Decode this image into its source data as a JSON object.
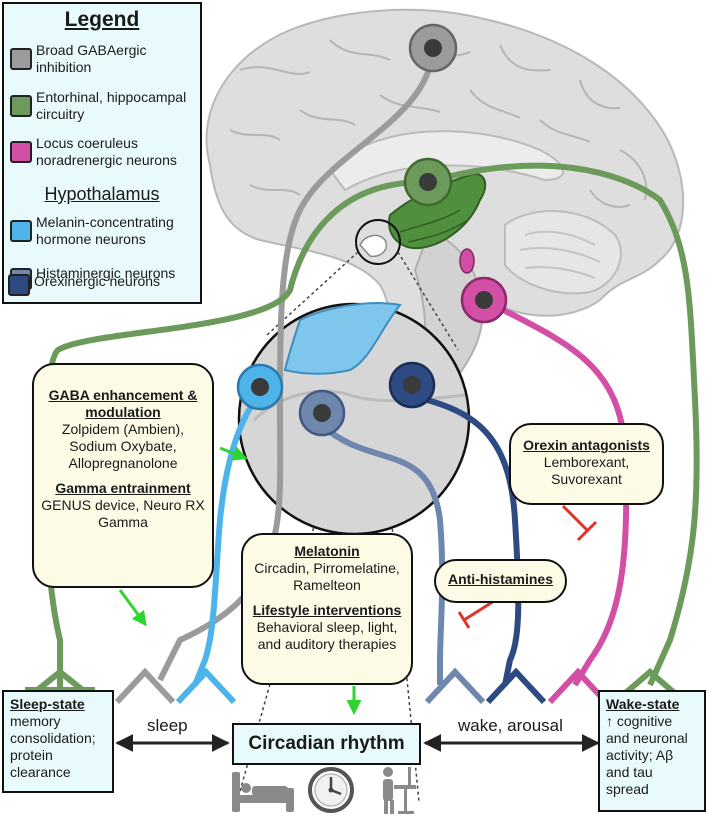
{
  "legend": {
    "title": "Legend",
    "items": [
      {
        "label": "Broad GABAergic inhibition",
        "color": "#9b9b9b"
      },
      {
        "label": "Entorhinal, hippocampal circuitry",
        "color": "#6b9a5a"
      },
      {
        "label": "Locus coeruleus noradrenergic neurons",
        "color": "#d24fa5"
      }
    ],
    "subtitle": "Hypothalamus",
    "hypo_items": [
      {
        "label": "Melanin-concentrating hormone neurons",
        "color": "#4db3e8"
      },
      {
        "label": "Histaminergic neurons",
        "color": "#6f86ad"
      },
      {
        "label": "Orexinergic neurons",
        "color": "#2d4b82"
      }
    ]
  },
  "gaba_box": {
    "heading1": "GABA enhancement & modulation",
    "body1": "Zolpidem (Ambien), Sodium Oxybate, Allopregnanolone",
    "heading2": "Gamma entrainment",
    "body2": "GENUS device, Neuro RX Gamma"
  },
  "melatonin_box": {
    "heading1": "Melatonin",
    "body1": "Circadin, Pirromelatine, Ramelteon",
    "heading2": "Lifestyle interventions",
    "body2": "Behavioral sleep, light, and auditory therapies"
  },
  "orexin_box": {
    "heading": "Orexin antagonists",
    "body": "Lemborexant, Suvorexant"
  },
  "antihist_box": {
    "heading": "Anti-histamines"
  },
  "sleep_state": {
    "heading": "Sleep-state",
    "body": "memory consolidation; protein clearance"
  },
  "wake_state": {
    "heading": "Wake-state",
    "body": "↑ cognitive and neuronal activity; Aβ and tau spread"
  },
  "center": {
    "title": "Circadian rhythm",
    "left_arrow_label": "sleep",
    "right_arrow_label": "wake, arousal"
  },
  "icons": [
    "bed-icon",
    "clock-icon",
    "standing-desk-icon"
  ],
  "colors": {
    "gaba": "#9b9b9b",
    "entorhinal": "#6b9a5a",
    "locus": "#d24fa5",
    "mch": "#4db3e8",
    "histamine": "#6f86ad",
    "orexin": "#2d4b82",
    "stimulate": "#2fd52f",
    "inhibit": "#e0332a"
  }
}
